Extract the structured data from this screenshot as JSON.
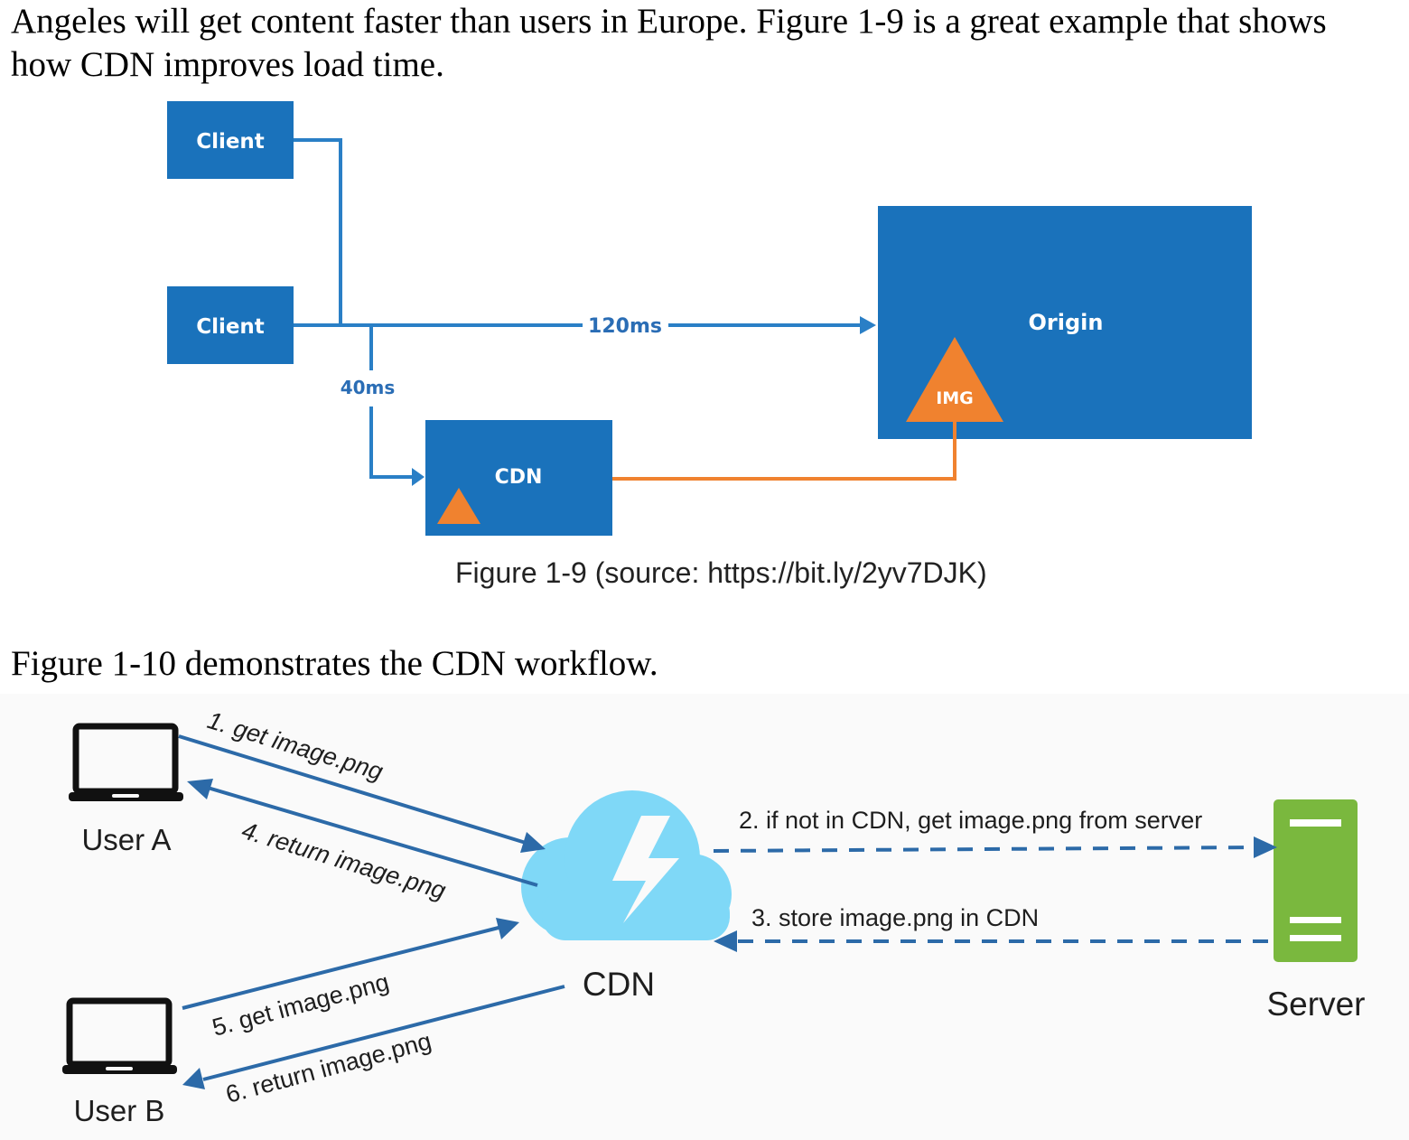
{
  "paragraphs": {
    "intro_line1": "Angeles will get content faster than users in Europe. Figure 1-9 is a great example that shows",
    "intro_line2": "how CDN improves load time.",
    "fig10_intro": "Figure 1-10 demonstrates the CDN workflow."
  },
  "figure_1_9": {
    "client_top": "Client",
    "client_bottom": "Client",
    "origin": "Origin",
    "img_badge": "IMG",
    "cdn": "CDN",
    "latency_origin": "120ms",
    "latency_cdn": "40ms",
    "caption": "Figure 1-9 (source: https://bit.ly/2yv7DJK)",
    "colors": {
      "box": "#1a72bb",
      "line": "#2a7fc6",
      "triangle": "#f0822f"
    }
  },
  "figure_1_10": {
    "user_a": "User A",
    "user_b": "User B",
    "cdn": "CDN",
    "server": "Server",
    "step1": "1. get image.png",
    "step2": "2. if not in CDN, get image.png from server",
    "step3": "3. store image.png in CDN",
    "step4": "4. return image.png",
    "step5": "5. get image.png",
    "step6": "6. return image.png",
    "icons": [
      "laptop-icon",
      "cloud-lightning-icon",
      "server-icon"
    ],
    "colors": {
      "arrow": "#2c6aa8",
      "cloud": "#7fd8f7",
      "server": "#7ab83e"
    }
  }
}
